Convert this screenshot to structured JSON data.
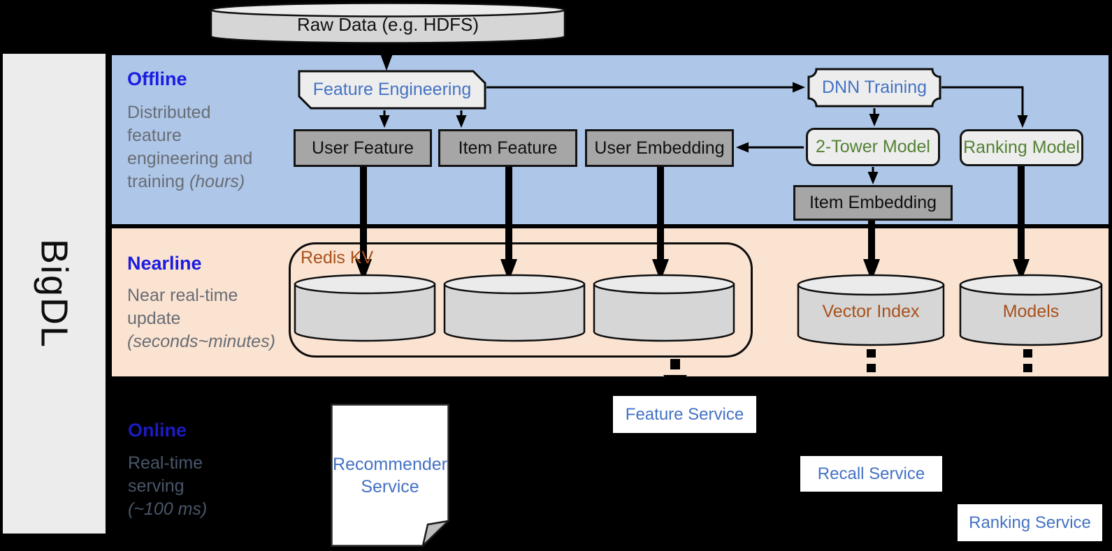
{
  "sidebar": {
    "brand": "BigDL"
  },
  "nodes": {
    "raw_data": "Raw Data (e.g. HDFS)",
    "feature_engineering": "Feature Engineering",
    "dnn_training": "DNN Training",
    "user_feature": "User Feature",
    "item_feature": "Item Feature",
    "user_embedding": "User Embedding",
    "two_tower_model": "2-Tower Model",
    "ranking_model": "Ranking Model",
    "item_embedding": "Item Embedding",
    "redis_kv": "Redis KV",
    "vector_index": "Vector Index",
    "models": "Models",
    "recommender_service": "Recommender Service",
    "feature_service": "Feature Service",
    "recall_service": "Recall Service",
    "ranking_service": "Ranking Service"
  },
  "sections": {
    "offline": {
      "title": "Offline",
      "line1": "Distributed",
      "line2": "feature",
      "line3": "engineering and",
      "line4": "training",
      "line4_note": "(hours)"
    },
    "nearline": {
      "title": "Nearline",
      "line1": "Near real-time",
      "line2": "update",
      "note": "(seconds~minutes)"
    },
    "online": {
      "title": "Online",
      "line1": "Real-time",
      "line2": "serving",
      "note": "(~100 ms)"
    }
  },
  "colors": {
    "offline_bg": "#aec6e8",
    "nearline_bg": "#fbe3d1",
    "online_bg": "#000000",
    "sidebar_bg": "#ececec",
    "node_gray": "#a6a6a6",
    "node_light": "#ededed",
    "cylinder_fill": "#d6d6d6",
    "accent_blue": "#4472c4",
    "accent_green": "#548235",
    "accent_brown": "#a8511a",
    "band_title_blue": "#1c1ce0"
  }
}
